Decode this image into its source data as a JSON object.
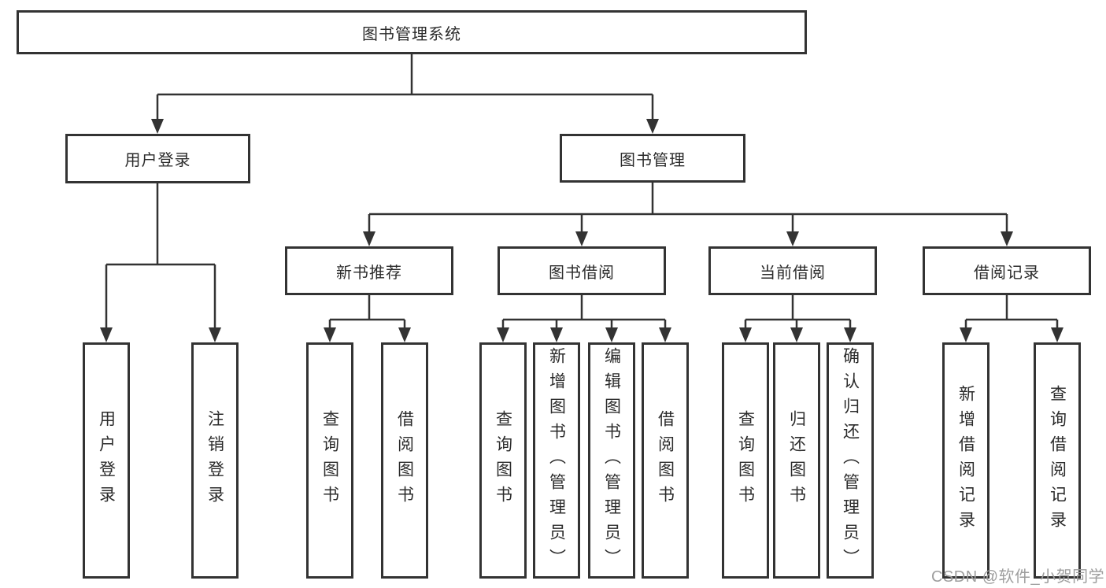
{
  "tree": {
    "root": {
      "label": "图书管理系统"
    },
    "user_login": {
      "label": "用户登录",
      "leaves": [
        "用户登录",
        "注销登录"
      ]
    },
    "book_mgmt": {
      "label": "图书管理",
      "sections": {
        "new_book": {
          "label": "新书推荐",
          "leaves": [
            "查询图书",
            "借阅图书"
          ]
        },
        "borrow": {
          "label": "图书借阅",
          "leaves": [
            "查询图书",
            "新增图书（管理员）",
            "编辑图书（管理员）",
            "借阅图书"
          ]
        },
        "current": {
          "label": "当前借阅",
          "leaves": [
            "查询图书",
            "归还图书",
            "确认归还（管理员）"
          ]
        },
        "records": {
          "label": "借阅记录",
          "leaves": [
            "新增借阅记录",
            "查询借阅记录"
          ]
        }
      }
    }
  },
  "watermark": {
    "text": "CSDN @软件_小贺同学"
  },
  "colors": {
    "line": "#333333",
    "text": "#2b2b2b",
    "watermark": "#9e9e9e",
    "background": "#ffffff"
  }
}
